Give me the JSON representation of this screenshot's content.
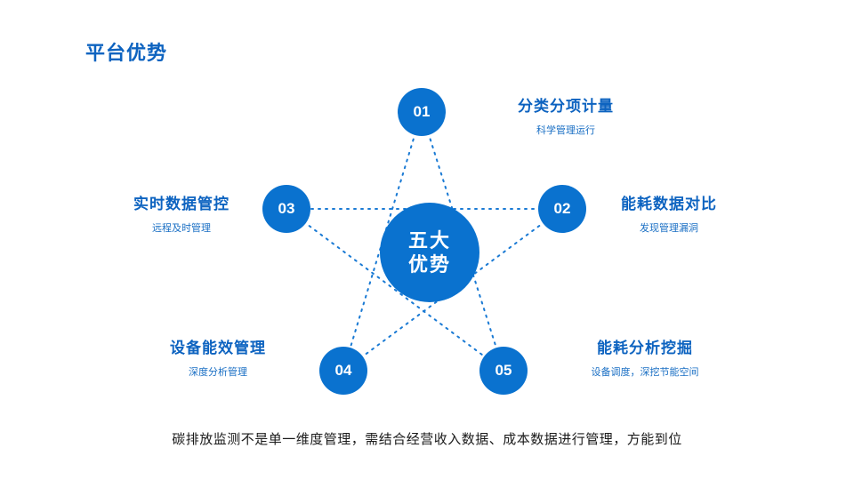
{
  "slide": {
    "title": "平台优势",
    "footer": "碳排放监测不是单一维度管理，需结合经营收入数据、成本数据进行管理，方能到位",
    "accent_color": "#0a72cf",
    "title_color": "#0d63c0"
  },
  "center": {
    "line1": "五大",
    "line2": "优势"
  },
  "nodes": [
    {
      "number": "01",
      "heading": "分类分项计量",
      "sub": "科学管理运行"
    },
    {
      "number": "02",
      "heading": "能耗数据对比",
      "sub": "发现管理漏洞"
    },
    {
      "number": "03",
      "heading": "实时数据管控",
      "sub": "远程及时管理"
    },
    {
      "number": "04",
      "heading": "设备能效管理",
      "sub": "深度分析管理"
    },
    {
      "number": "05",
      "heading": "能耗分析挖掘",
      "sub": "设备调度，深挖节能空间"
    }
  ]
}
